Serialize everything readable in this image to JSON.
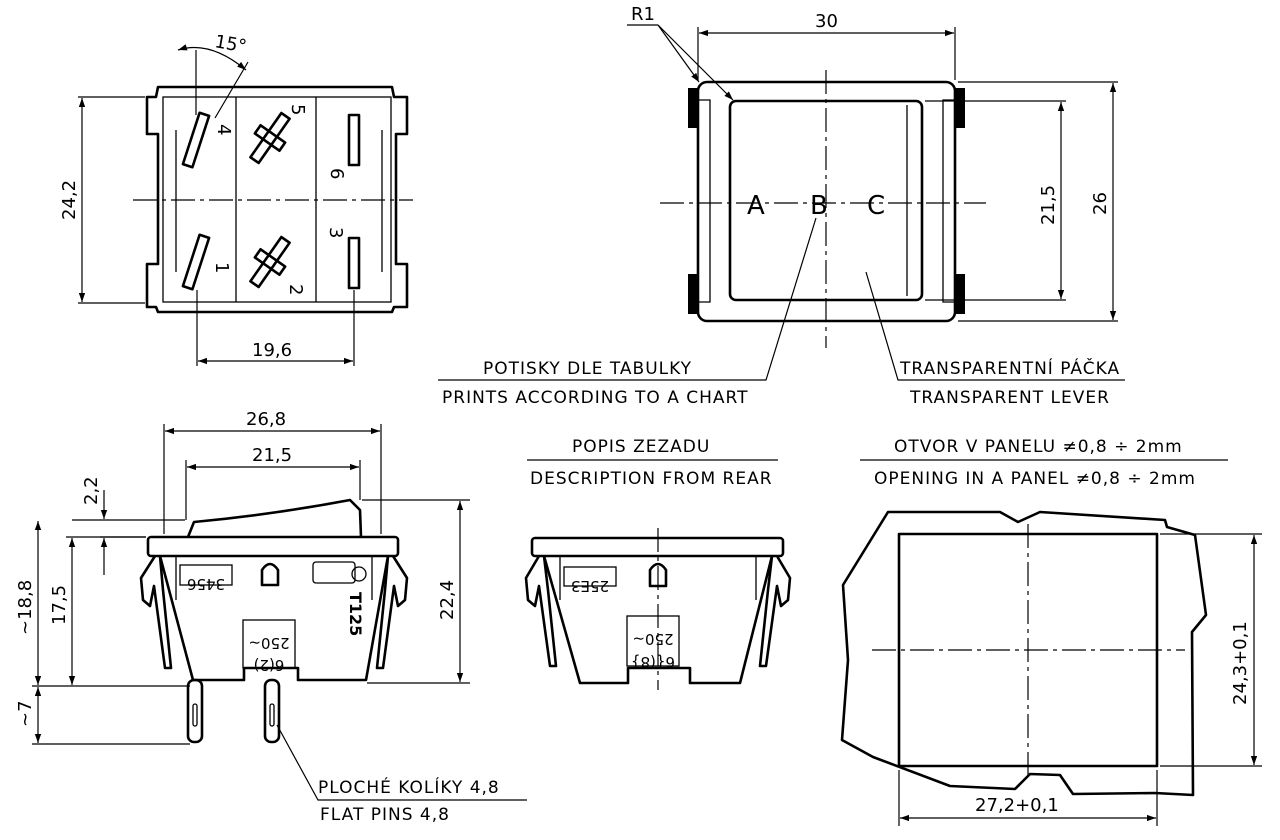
{
  "views": {
    "top": {
      "dim_height": "24,2",
      "dim_width": "19,6",
      "angle": "15°",
      "terminals": [
        "4",
        "5",
        "6",
        "1",
        "2",
        "3"
      ]
    },
    "front": {
      "dim_width": "30",
      "dim_radius": "R1",
      "dim_inner_height": "21,5",
      "dim_height": "26",
      "print_positions": [
        "A",
        "B",
        "C"
      ]
    },
    "side": {
      "dim_width": "26,8",
      "dim_inner_width": "21,5",
      "dim_lever": "2,2",
      "dim_total": "~18,8",
      "dim_body": "17,5",
      "dim_pins": "~7",
      "dim_height": "22,4",
      "marking_terminals": "3456",
      "marking_model": "T125",
      "marking_rating": "250~",
      "marking_current": "6(2)"
    },
    "rear": {
      "marking_code": "25E3",
      "marking_rating": "250~",
      "marking_current": "6{(8}"
    },
    "panel": {
      "dim_height": "24,3+0,1",
      "dim_width": "27,2+0,1"
    }
  },
  "labels": {
    "prints_cz": "POTISKY DLE TABULKY",
    "prints_en": "PRINTS ACCORDING TO A CHART",
    "lever_cz": "TRANSPARENTNÍ PÁČKA",
    "lever_en": "TRANSPARENT LEVER",
    "rear_cz": "POPIS ZEZADU",
    "rear_en": "DESCRIPTION FROM REAR",
    "opening_cz": "OTVOR V PANELU ≠0,8 ÷ 2mm",
    "opening_en": "OPENING IN A PANEL ≠0,8 ÷ 2mm",
    "pins_cz": "PLOCHÉ KOLÍKY 4,8",
    "pins_en": "FLAT PINS 4,8"
  }
}
